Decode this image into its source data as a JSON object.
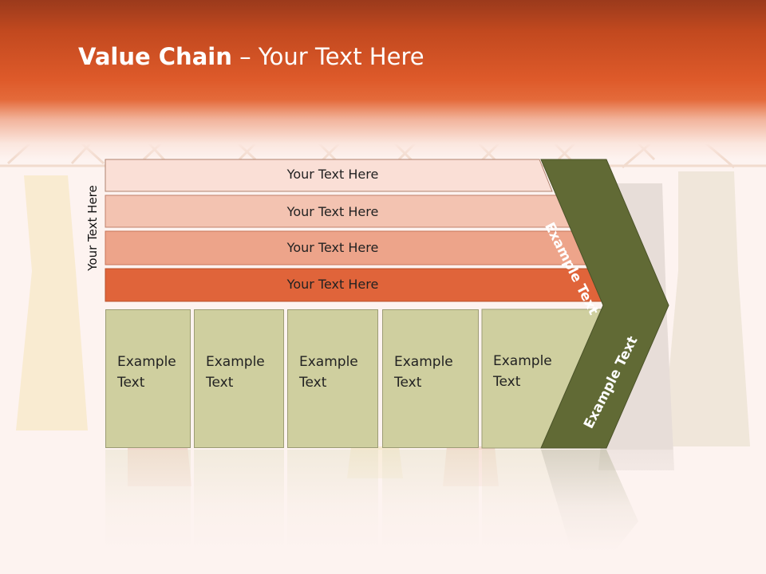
{
  "title": {
    "bold": "Value Chain",
    "rest": " – Your Text Here"
  },
  "side_label": "Your Text Here",
  "rows": [
    {
      "label": "Your Text Here",
      "color": "#fadfd6"
    },
    {
      "label": "Your Text Here",
      "color": "#f3c3b1"
    },
    {
      "label": "Your Text Here",
      "color": "#eda48a"
    },
    {
      "label": "Your Text Here",
      "color": "#e0643a"
    }
  ],
  "boxes": [
    {
      "label": "Example Text"
    },
    {
      "label": "Example Text"
    },
    {
      "label": "Example Text"
    },
    {
      "label": "Example Text"
    },
    {
      "label": "Example Text"
    }
  ],
  "chevron": {
    "top_label": "Example Text",
    "bottom_label": "Example Text",
    "color": "#616a35"
  },
  "colors": {
    "header": "#de5a2a",
    "box_fill": "#cfcf9f",
    "background": "#fdf3f0"
  }
}
